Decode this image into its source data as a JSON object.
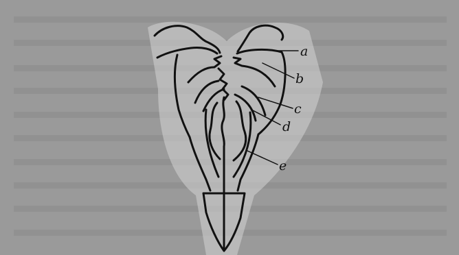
{
  "figure": {
    "labels": {
      "a": "a",
      "b": "b",
      "c": "c",
      "d": "d",
      "e": "e"
    }
  },
  "colors": {
    "page_background": "#9a9a9a",
    "text_line_shade": "#8c8c8c",
    "outline": "#111111",
    "paper_fill": "#f2f2f2"
  }
}
